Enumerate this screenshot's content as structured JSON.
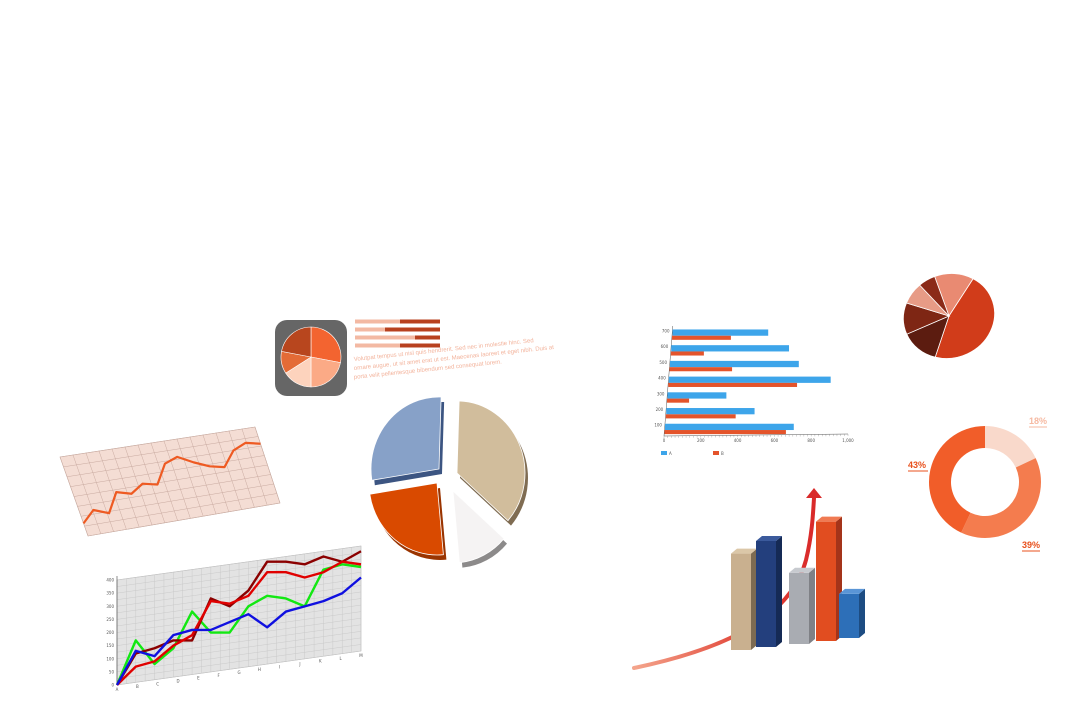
{
  "colors": {
    "orange": "#e8501c",
    "dark_orange": "#b8411f",
    "blue_bar": "#3da5ea",
    "red_bar": "#e4542b",
    "green_line": "#12e812",
    "dark_red_line": "#8b0000",
    "red_line": "#e00000",
    "blue_line": "#1010e0"
  },
  "chart_data": [
    {
      "id": "icon_pie",
      "type": "pie",
      "values": [
        28,
        22,
        16,
        12,
        22
      ],
      "colors": [
        "#f36430",
        "#fbaa86",
        "#fdd3bd",
        "#e46b36",
        "#b8461e"
      ],
      "caption_lines": [
        "Volutpat tempus ut nisl quis hendrerit. Sed nec in molestie hinc. Sed",
        "ornare augue, ut sit amet erat ut est. Maecenas laoreet et eget nibh. Duis at",
        "porta velit pellentesque bibendum sed consequat lorem."
      ]
    },
    {
      "id": "perspective_line",
      "type": "line",
      "values": [
        16,
        30,
        23,
        47,
        42,
        52,
        48,
        72,
        78,
        68,
        60,
        56,
        75,
        82,
        78
      ],
      "ylim": [
        0,
        100
      ]
    },
    {
      "id": "exploded_pie",
      "type": "pie",
      "values": [
        28,
        36,
        12,
        24
      ],
      "colors": [
        "#87a1c8",
        "#d1bd9c",
        "#f5f3f3",
        "#d94a00"
      ]
    },
    {
      "id": "multi_line",
      "type": "line",
      "categories": [
        "A",
        "B",
        "C",
        "D",
        "E",
        "F",
        "G",
        "H",
        "I",
        "J",
        "K",
        "L",
        "M"
      ],
      "yticks": [
        "0",
        "50",
        "100",
        "150",
        "200",
        "250",
        "300",
        "350",
        "400"
      ],
      "ylim": [
        0,
        400
      ],
      "series": [
        {
          "values": [
            0,
            160,
            60,
            110,
            240,
            150,
            140,
            230,
            260,
            240,
            200,
            330,
            340,
            320
          ],
          "color": "#12e812"
        },
        {
          "values": [
            0,
            110,
            120,
            140,
            130,
            280,
            240,
            290,
            390,
            380,
            360,
            380,
            350,
            380
          ],
          "color": "#8b0000"
        },
        {
          "values": [
            0,
            60,
            70,
            120,
            150,
            270,
            250,
            270,
            350,
            340,
            310,
            320,
            350,
            330
          ],
          "color": "#e00000"
        },
        {
          "values": [
            0,
            120,
            90,
            160,
            170,
            160,
            180,
            200,
            140,
            190,
            200,
            210,
            230,
            280
          ],
          "color": "#1010e0"
        }
      ]
    },
    {
      "id": "horizontal_bar",
      "type": "bar",
      "orientation": "horizontal",
      "categories": [
        "100",
        "200",
        "300",
        "400",
        "500",
        "600",
        "700"
      ],
      "xticks": [
        "0",
        "200",
        "400",
        "600",
        "800",
        "1,000"
      ],
      "xlim": [
        0,
        1000
      ],
      "legend": [
        "A",
        "B"
      ],
      "series": [
        {
          "values": [
            700,
            480,
            320,
            880,
            700,
            640,
            520
          ],
          "color": "#3da5ea"
        },
        {
          "values": [
            660,
            380,
            120,
            700,
            340,
            180,
            320
          ],
          "color": "#e4542b"
        }
      ]
    },
    {
      "id": "dark_pie",
      "type": "pie",
      "values": [
        14,
        46,
        14,
        12,
        8,
        6
      ],
      "colors": [
        "#e98a72",
        "#d13c1a",
        "#5c1c10",
        "#7e2614",
        "#e79b86",
        "#8b2a18"
      ]
    },
    {
      "id": "donut",
      "type": "pie",
      "values": [
        18,
        39,
        43
      ],
      "labels": [
        "18%",
        "39%",
        "43%"
      ],
      "colors": [
        "#f9d9cb",
        "#f47c4e",
        "#f15d29"
      ]
    },
    {
      "id": "bar_3d",
      "type": "bar",
      "values": [
        100,
        112,
        78,
        130,
        54
      ],
      "ylim": [
        0,
        140
      ],
      "colors": [
        "#c9b08f",
        "#233f7d",
        "#a9acb2",
        "#e14d20",
        "#2d6fb8"
      ]
    }
  ]
}
